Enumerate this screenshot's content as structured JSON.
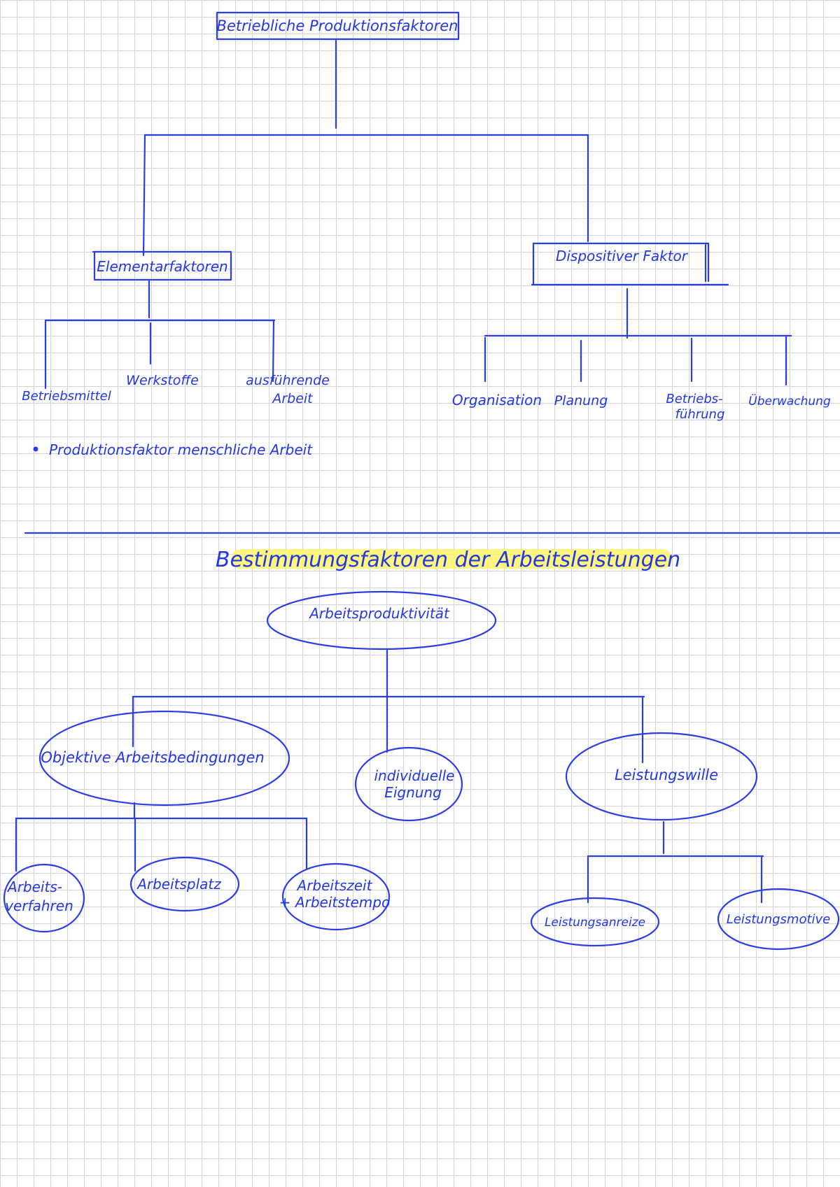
{
  "tree1": {
    "root": "Betriebliche Produktionsfaktoren",
    "left": {
      "label": "Elementarfaktoren",
      "children": [
        "Betriebsmittel",
        "Werkstoffe",
        "ausführende",
        "Arbeit"
      ],
      "note": "Produktionsfaktor menschliche Arbeit"
    },
    "right": {
      "label": "Dispositiver Faktor",
      "children": [
        "Organisation",
        "Planung",
        "Betriebs-",
        "führung",
        "Überwachung"
      ]
    }
  },
  "tree2": {
    "title": "Bestimmungsfaktoren der Arbeitsleistungen",
    "root": "Arbeitsproduktivität",
    "objective": {
      "label": "Objektive Arbeitsbedingungen",
      "children": [
        "Arbeits-",
        "verfahren",
        "Arbeitsplatz",
        "Arbeitszeit",
        "+ Arbeitstempo"
      ]
    },
    "individual": [
      "individuelle",
      "Eignung"
    ],
    "will": {
      "label": "Leistungswille",
      "children": [
        "Leistungsanreize",
        "Leistungsmotive"
      ]
    }
  },
  "colors": {
    "ink": "#2b3ee6",
    "highlight": "#fff46a",
    "grid": "#d4d4d8"
  }
}
